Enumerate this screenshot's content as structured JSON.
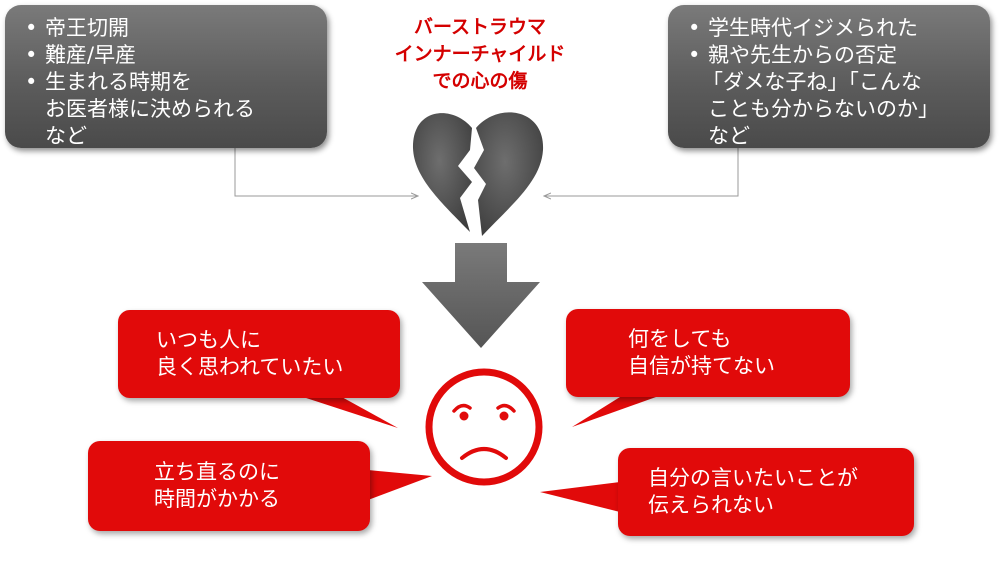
{
  "title": {
    "line1": "バーストラウマ",
    "line2": "インナーチャイルド",
    "line3": "での心の傷"
  },
  "left_box": {
    "items": [
      "帝王切開",
      "難産/早産",
      "生まれる時期を"
    ],
    "cont1": "お医者様に決められる",
    "cont2": "など"
  },
  "right_box": {
    "items": [
      "学生時代イジメられた",
      "親や先生からの否定"
    ],
    "cont1": "「ダメな子ね」「こんな",
    "cont2": "ことも分からないのか」",
    "cont3": "など"
  },
  "bubbles": {
    "top_left": {
      "line1": "いつも人に",
      "line2": "良く思われていたい"
    },
    "top_right": {
      "line1": "何をしても",
      "line2": "自信が持てない"
    },
    "bottom_left": {
      "line1": "立ち直るのに",
      "line2": "時間がかかる"
    },
    "bottom_right": {
      "line1": "自分の言いたいことが",
      "line2": "伝えられない"
    }
  },
  "colors": {
    "accent_red": "#e10a0a",
    "title_red": "#d40000",
    "box_gray": "#5c5c5c",
    "heart_gray": "#555555"
  },
  "icons": [
    "broken-heart-icon",
    "down-arrow-icon",
    "sad-face-icon"
  ]
}
